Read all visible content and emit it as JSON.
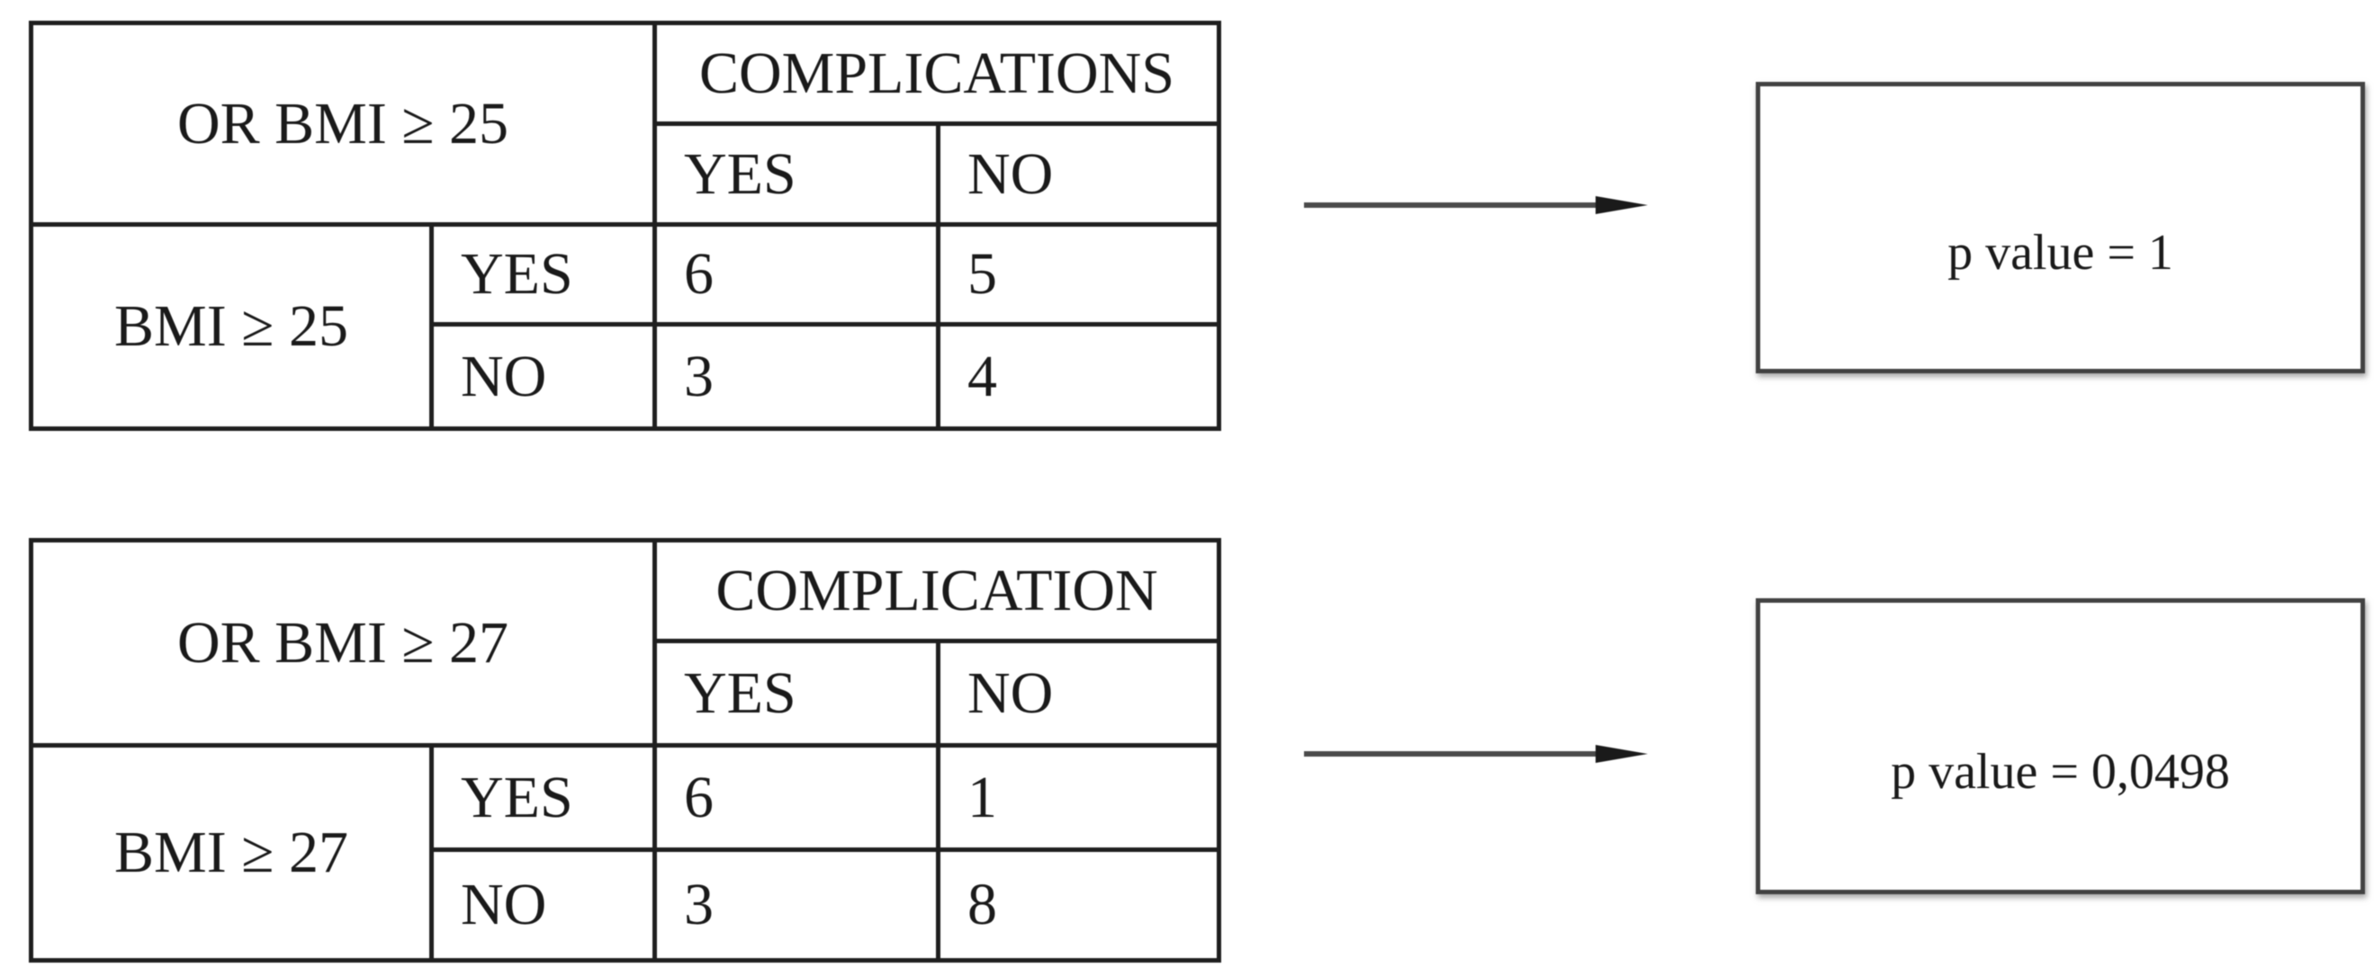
{
  "figure": {
    "background": "#ffffff",
    "table_border_color": "#1f1f1f",
    "box_border_color": "#424242",
    "text_color": "#1a1a1a"
  },
  "tables": [
    {
      "corner_label": "OR BMI ≥ 25",
      "col_group_label": "COMPLICATIONS",
      "col_labels": [
        "YES",
        "NO"
      ],
      "row_group_label": "BMI ≥ 25",
      "rows": [
        {
          "label": "YES",
          "values": [
            "6",
            "5"
          ]
        },
        {
          "label": "NO",
          "values": [
            "3",
            "4"
          ]
        }
      ],
      "result_label": "p value = 1"
    },
    {
      "corner_label": "OR BMI ≥ 27",
      "col_group_label": "COMPLICATION",
      "col_labels": [
        "YES",
        "NO"
      ],
      "row_group_label": "BMI ≥ 27",
      "rows": [
        {
          "label": "YES",
          "values": [
            "6",
            "1"
          ]
        },
        {
          "label": "NO",
          "values": [
            "3",
            "8"
          ]
        }
      ],
      "result_label": "p value = 0,0498"
    }
  ]
}
